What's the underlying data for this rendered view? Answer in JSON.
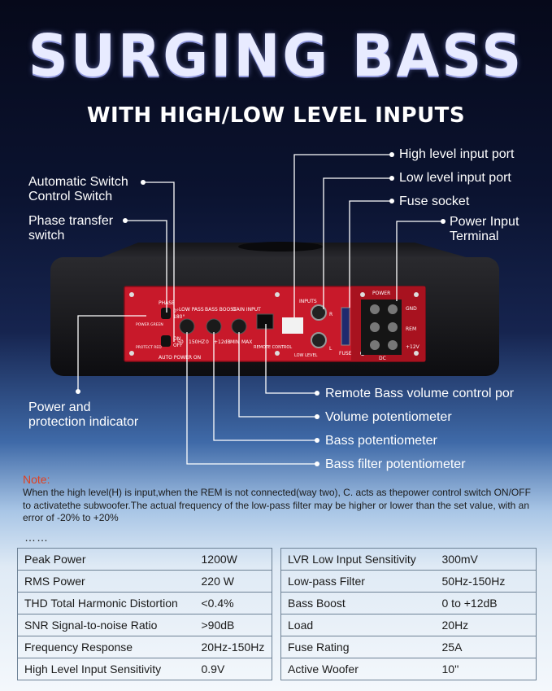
{
  "header": {
    "title": "SURGING BASS",
    "subtitle": "WITH HIGH/LOW LEVEL INPUTS"
  },
  "callouts": {
    "high_level_input_port": "High level input port",
    "low_level_input_port": "Low level input port",
    "fuse_socket": "Fuse socket",
    "power_input_terminal_line1": "Power Input",
    "power_input_terminal_line2": "Terminal",
    "auto_switch_line1": "Automatic Switch",
    "auto_switch_line2": "Control Switch",
    "phase_line1": "Phase transfer",
    "phase_line2": "switch",
    "power_protection_line1": "Power and",
    "power_protection_line2": "protection indicator",
    "remote_bass": "Remote Bass volume control por",
    "volume_pot": "Volume potentiometer",
    "bass_pot": "Bass potentiometer",
    "bass_filter_pot": "Bass filter potentiometer"
  },
  "panel": {
    "phase": "PHASE",
    "phase_0": "0°",
    "phase_180": "180°",
    "power_green": "POWER GREEN",
    "protect_red": "PROTECT RED",
    "on": "ON",
    "off": "OFF",
    "auto_power_on": "AUTO POWER ON",
    "low_pass": "LOW PASS",
    "bass_boost": "BASS BOOST",
    "gain_input": "GAIN INPUT",
    "lp_min": "50",
    "lp_max": "150HZ",
    "bb_min": "0",
    "bb_max": "+12dB",
    "gain_min": "MIN",
    "gain_max": "MAX",
    "remote_control": "REMOTE CONTROL",
    "inputs": "INPUTS",
    "low_level": "LOW LEVEL",
    "fuse": "FUSE",
    "power": "POWER",
    "gnd": "GND",
    "rem": "REM",
    "plus12": "+12V",
    "dc": "DC",
    "r": "R",
    "l": "L"
  },
  "note": {
    "title": "Note:",
    "text": "When the high level(H) is input,when the REM is not connected(way two), C. acts as thepower control switch ON/OFF to activatethe subwoofer.The actual frequency of the low-pass filter may be higher or lower than the set value, with an error of -20% to +20%",
    "dots": "……"
  },
  "specs_left": [
    {
      "name": "Peak Power",
      "value": "1200W"
    },
    {
      "name": "RMS Power",
      "value": "220 W"
    },
    {
      "name": "THD Total Harmonic Distortion",
      "value": "<0.4%"
    },
    {
      "name": "SNR Signal-to-noise Ratio",
      "value": ">90dB"
    },
    {
      "name": "Frequency Response",
      "value": "20Hz-150Hz"
    },
    {
      "name": "High Level Input Sensitivity",
      "value": "0.9V"
    }
  ],
  "specs_right": [
    {
      "name": "LVR Low Input Sensitivity",
      "value": "300mV"
    },
    {
      "name": "Low-pass Filter",
      "value": "50Hz-150Hz"
    },
    {
      "name": "Bass Boost",
      "value": "0 to +12dB"
    },
    {
      "name": "Load",
      "value": "20Hz"
    },
    {
      "name": "Fuse Rating",
      "value": "25A"
    },
    {
      "name": "Active Woofer",
      "value": "10''"
    }
  ],
  "colors": {
    "panel_red": "#c8192a",
    "note_title": "#e0401f"
  }
}
